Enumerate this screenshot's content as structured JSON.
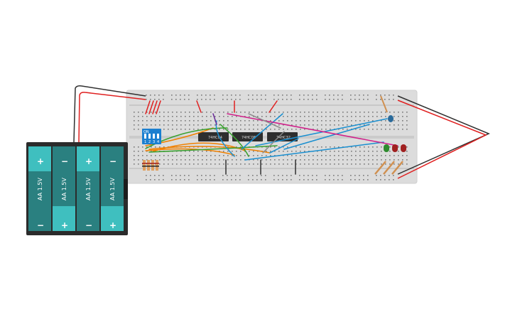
{
  "chips": [
    {
      "label": "74HC04"
    },
    {
      "label": "74HC08"
    },
    {
      "label": "74HC32"
    }
  ],
  "dip_switch": {
    "on_label": "ON",
    "numbers": [
      "1",
      "2",
      "3",
      "4"
    ],
    "color": "#1b7fd0"
  },
  "battery": {
    "cells": [
      {
        "label": "AA 1.5V",
        "top": "+",
        "bottom": "−"
      },
      {
        "label": "AA 1.5V",
        "top": "−",
        "bottom": "+"
      },
      {
        "label": "AA 1.5V",
        "top": "+",
        "bottom": "−"
      },
      {
        "label": "AA 1.5V",
        "top": "−",
        "bottom": "+"
      }
    ],
    "cell_color": "#3fbfbf",
    "case_color": "#2b2b2b"
  },
  "leds": [
    {
      "color": "#2e8b2e"
    },
    {
      "color": "#a02020"
    },
    {
      "color": "#a02020"
    }
  ],
  "colors": {
    "breadboard": "#dcdcdc",
    "wire_red": "#e02020",
    "wire_black": "#303030",
    "wire_blue": "#1a8fd0",
    "wire_orange": "#f08000",
    "wire_green": "#3aa030",
    "wire_magenta": "#d0208a"
  }
}
